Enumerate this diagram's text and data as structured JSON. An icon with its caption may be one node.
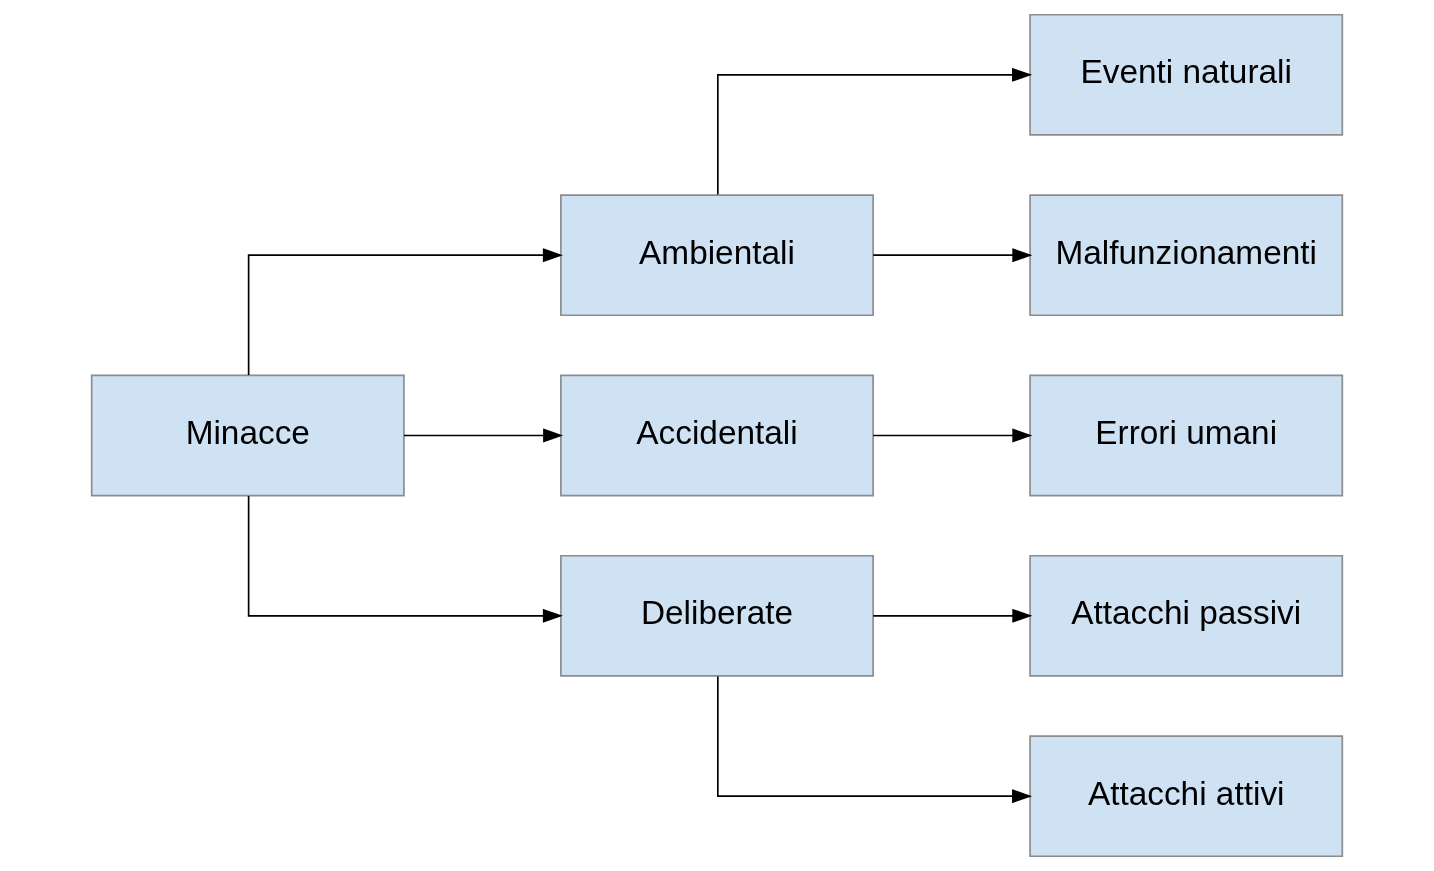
{
  "diagram": {
    "nodes": [
      {
        "text": [
          "Minacce"
        ]
      },
      {
        "text": [
          "Ambientali"
        ]
      },
      {
        "text": [
          "Accidentali"
        ]
      },
      {
        "text": [
          "Deliberate"
        ]
      },
      {
        "text": [
          "Eventi naturali"
        ]
      },
      {
        "text": [
          "Malfunzionamenti"
        ]
      },
      {
        "text": [
          "Errori umani"
        ]
      },
      {
        "text": [
          "Attacchi passivi"
        ]
      },
      {
        "text": [
          "Attacchi attivi"
        ]
      }
    ],
    "edges": [
      {
        "from": 0,
        "to": 1,
        "arrow": "to"
      },
      {
        "from": 0,
        "to": 2,
        "arrow": "to"
      },
      {
        "from": 0,
        "to": 3,
        "arrow": "to"
      },
      {
        "from": 1,
        "to": 4,
        "arrow": "to"
      },
      {
        "from": 1,
        "to": 5,
        "arrow": "to"
      },
      {
        "from": 2,
        "to": 6,
        "arrow": "to"
      },
      {
        "from": 3,
        "to": 7,
        "arrow": "to"
      },
      {
        "from": 3,
        "to": 8,
        "arrow": "to"
      }
    ]
  }
}
